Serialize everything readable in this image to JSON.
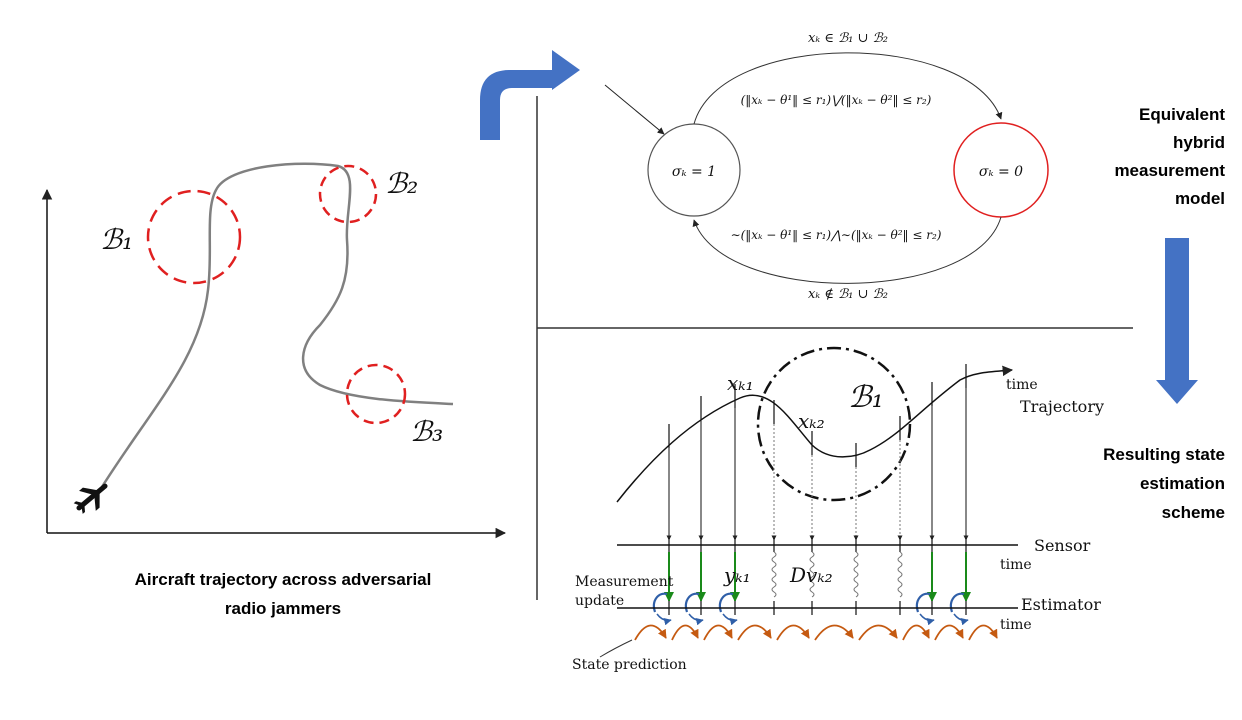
{
  "left_panel": {
    "caption_line1": "Aircraft trajectory across adversarial",
    "caption_line2": "radio jammers",
    "labels": {
      "b1": "ℬ₁",
      "b2": "ℬ₂",
      "b3": "ℬ₃"
    }
  },
  "automaton": {
    "state_left": "σₖ = 1",
    "state_right": "σₖ = 0",
    "top_condition": "xₖ ∈  ℬ₁ ∪ ℬ₂",
    "top_guard": "(‖xₖ − θ¹‖ ≤ r₁)⋁(‖xₖ − θ²‖ ≤ r₂)",
    "bottom_guard": "∼(‖xₖ − θ¹‖ ≤ r₁)⋀∼(‖xₖ − θ²‖ ≤ r₂)",
    "bottom_condition": "xₖ ∉ ℬ₁ ∪ ℬ₂",
    "side_label": [
      "Equivalent",
      "hybrid",
      "measurement",
      "model"
    ]
  },
  "scheme": {
    "time_top": "time",
    "trajectory": "Trajectory",
    "x_k1": "xₖ₁",
    "x_k2": "xₖ₂",
    "b1": "ℬ₁",
    "sensor": "Sensor",
    "time_sensor": "time",
    "y_k1": "yₖ₁",
    "d_vk2": "Dvₖ₂",
    "measurement_line1": "Measurement",
    "measurement_line2": "update",
    "estimator": "Estimator",
    "time_estimator": "time",
    "state_prediction": "State prediction",
    "side_label": [
      "Resulting state",
      "estimation",
      "scheme"
    ]
  },
  "colors": {
    "arrow": "#4472c4",
    "jammer": "#e02020",
    "green": "#1a8a1a",
    "orange": "#c55a11",
    "blue": "#2f5fa8"
  }
}
